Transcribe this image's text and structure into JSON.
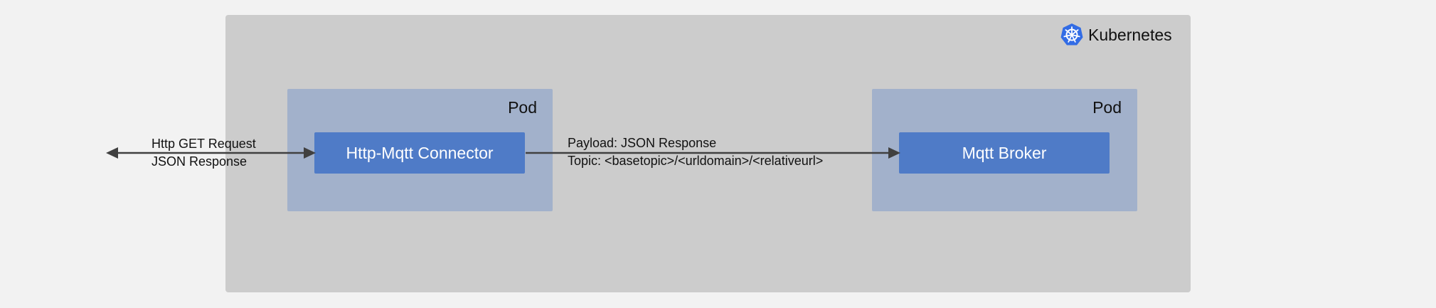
{
  "cluster": {
    "label": "Kubernetes",
    "logo_icon": "kubernetes-helm-icon",
    "logo_color": "#326ce5",
    "background_color": "#cccccc"
  },
  "pods": [
    {
      "label": "Pod",
      "component": "Http-Mqtt Connector"
    },
    {
      "label": "Pod",
      "component": "Mqtt Broker"
    }
  ],
  "edges": {
    "external": {
      "line1": "Http GET Request",
      "line2": "JSON Response",
      "direction": "bidirectional"
    },
    "internal": {
      "line1": "Payload: JSON Response",
      "line2": "Topic: <basetopic>/<urldomain>/<relativeurl>",
      "direction": "to-broker"
    }
  },
  "colors": {
    "pod": "#a2b1cb",
    "component": "#4f7bc7",
    "arrow": "#404040"
  }
}
